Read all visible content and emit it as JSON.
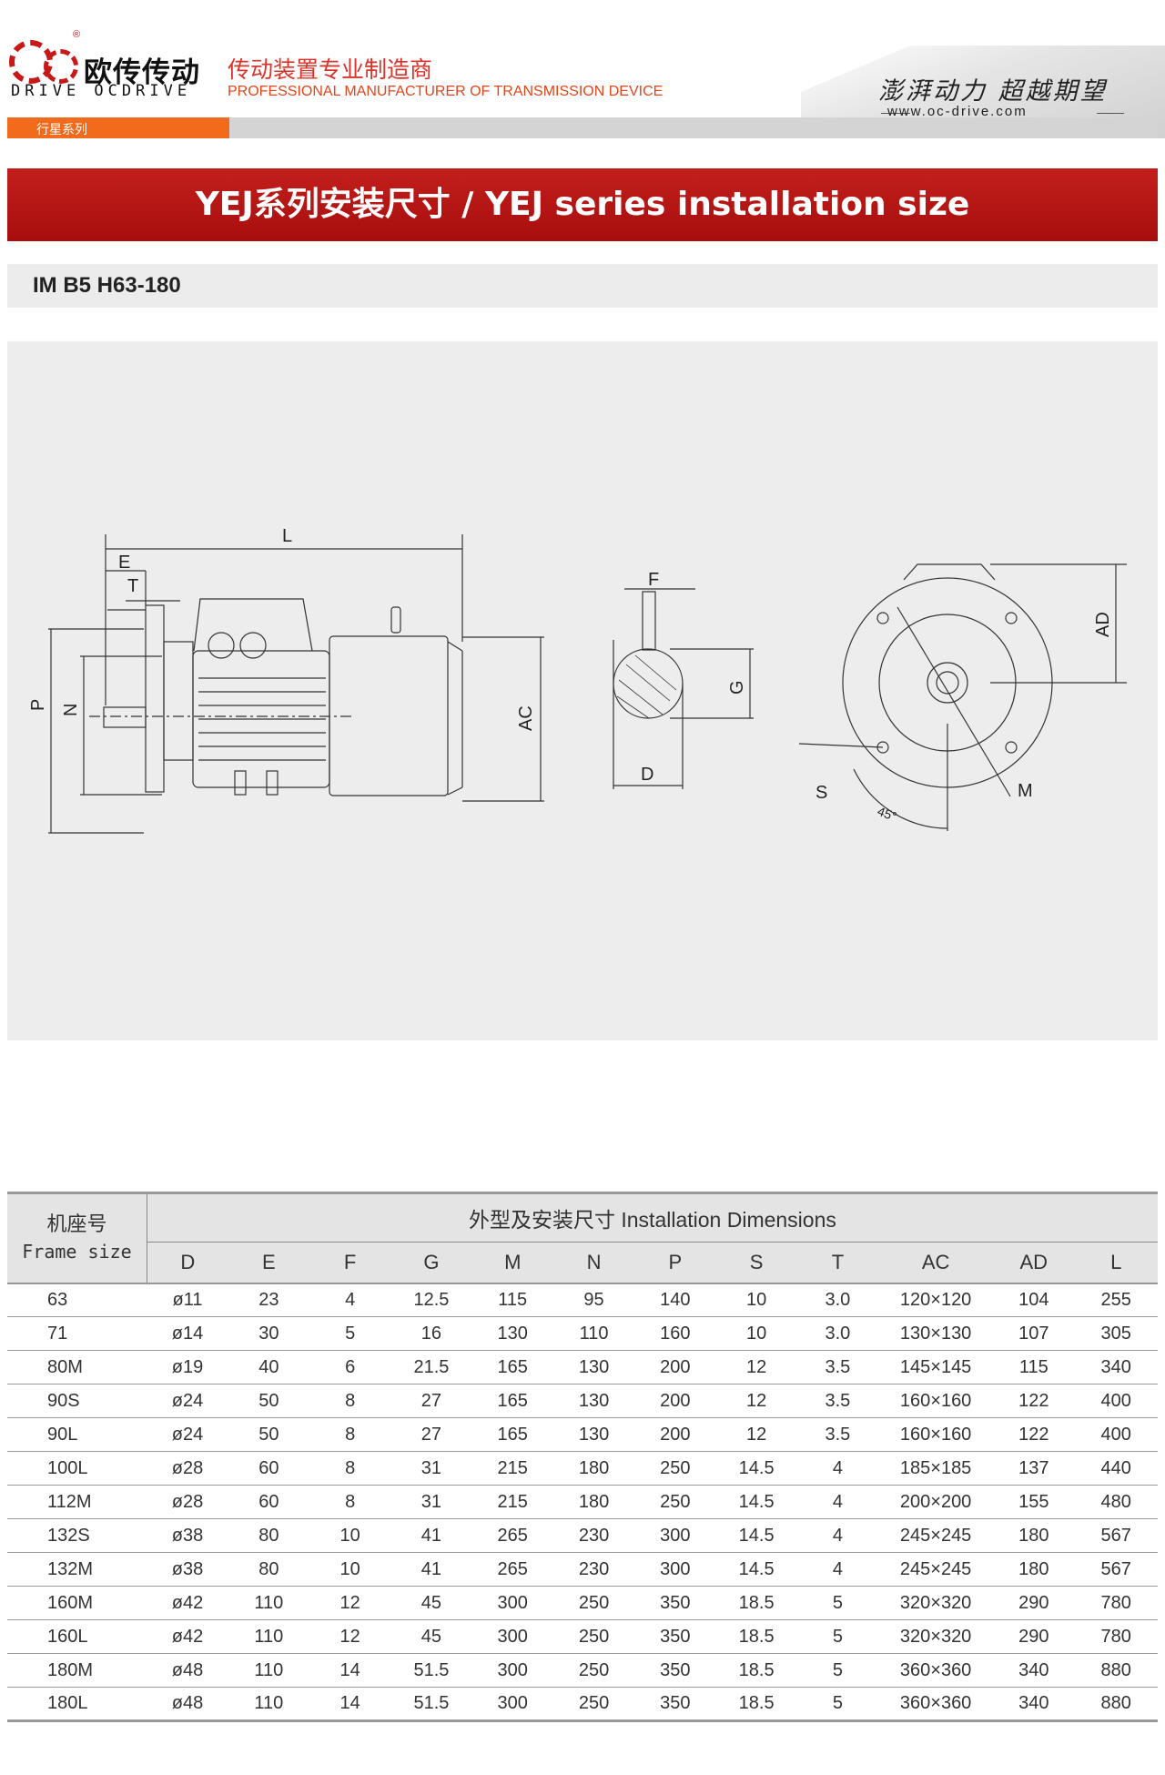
{
  "header": {
    "logo_cn": "欧传传动",
    "logo_en": "DRIVE OCDRIVE",
    "logo_reg": "®",
    "tagline_cn": "传动装置专业制造商",
    "tagline_en": "PROFESSIONAL MANUFACTURER OF TRANSMISSION DEVICE",
    "slogan": "澎湃动力 超越期望",
    "website": "www.oc-drive.com",
    "series_tab": "行星系列"
  },
  "title": "YEJ系列安装尺寸 / YEJ series installation size",
  "subtitle": "IM B5 H63-180",
  "drawing_labels": {
    "L": "L",
    "E": "E",
    "T": "T",
    "P": "P",
    "N": "N",
    "AC": "AC",
    "F": "F",
    "G": "G",
    "D": "D",
    "AD": "AD",
    "S": "S",
    "M": "M",
    "angle": "45°"
  },
  "table": {
    "frame_head_cn": "机座号",
    "frame_head_en": "Frame size",
    "dims_title": "外型及安装尺寸  Installation Dimensions",
    "columns": [
      "D",
      "E",
      "F",
      "G",
      "M",
      "N",
      "P",
      "S",
      "T",
      "AC",
      "AD",
      "L"
    ],
    "rows": [
      [
        "63",
        "ø11",
        "23",
        "4",
        "12.5",
        "115",
        "95",
        "140",
        "10",
        "3.0",
        "120×120",
        "104",
        "255"
      ],
      [
        "71",
        "ø14",
        "30",
        "5",
        "16",
        "130",
        "110",
        "160",
        "10",
        "3.0",
        "130×130",
        "107",
        "305"
      ],
      [
        "80M",
        "ø19",
        "40",
        "6",
        "21.5",
        "165",
        "130",
        "200",
        "12",
        "3.5",
        "145×145",
        "115",
        "340"
      ],
      [
        "90S",
        "ø24",
        "50",
        "8",
        "27",
        "165",
        "130",
        "200",
        "12",
        "3.5",
        "160×160",
        "122",
        "400"
      ],
      [
        "90L",
        "ø24",
        "50",
        "8",
        "27",
        "165",
        "130",
        "200",
        "12",
        "3.5",
        "160×160",
        "122",
        "400"
      ],
      [
        "100L",
        "ø28",
        "60",
        "8",
        "31",
        "215",
        "180",
        "250",
        "14.5",
        "4",
        "185×185",
        "137",
        "440"
      ],
      [
        "112M",
        "ø28",
        "60",
        "8",
        "31",
        "215",
        "180",
        "250",
        "14.5",
        "4",
        "200×200",
        "155",
        "480"
      ],
      [
        "132S",
        "ø38",
        "80",
        "10",
        "41",
        "265",
        "230",
        "300",
        "14.5",
        "4",
        "245×245",
        "180",
        "567"
      ],
      [
        "132M",
        "ø38",
        "80",
        "10",
        "41",
        "265",
        "230",
        "300",
        "14.5",
        "4",
        "245×245",
        "180",
        "567"
      ],
      [
        "160M",
        "ø42",
        "110",
        "12",
        "45",
        "300",
        "250",
        "350",
        "18.5",
        "5",
        "320×320",
        "290",
        "780"
      ],
      [
        "160L",
        "ø42",
        "110",
        "12",
        "45",
        "300",
        "250",
        "350",
        "18.5",
        "5",
        "320×320",
        "290",
        "780"
      ],
      [
        "180M",
        "ø48",
        "110",
        "14",
        "51.5",
        "300",
        "250",
        "350",
        "18.5",
        "5",
        "360×360",
        "340",
        "880"
      ],
      [
        "180L",
        "ø48",
        "110",
        "14",
        "51.5",
        "300",
        "250",
        "350",
        "18.5",
        "5",
        "360×360",
        "340",
        "880"
      ]
    ]
  },
  "colors": {
    "brand_red": "#c81919",
    "title_bar": "#b3110f",
    "accent_orange": "#f26a1b"
  }
}
